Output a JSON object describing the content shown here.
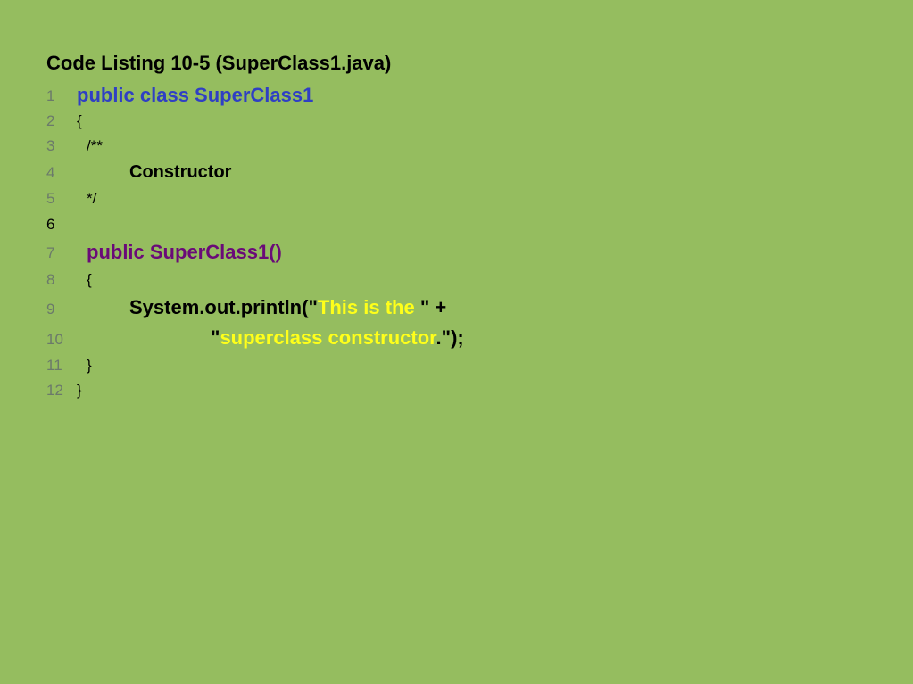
{
  "title": "Code Listing 10-5 (SuperClass1.java)",
  "colors": {
    "background": "#95bd5f",
    "keyword_blue": "#2f3fc4",
    "method_purple": "#6a0a78",
    "string_yellow": "#ffff1a",
    "line_number_gray": "#6b7a6a"
  },
  "lines": [
    {
      "num": "1",
      "segments": [
        "public class SuperClass1"
      ]
    },
    {
      "num": "2",
      "segments": [
        "{"
      ]
    },
    {
      "num": "3",
      "segments": [
        "/**"
      ]
    },
    {
      "num": "4",
      "segments": [
        "Constructor"
      ]
    },
    {
      "num": "5",
      "segments": [
        "*/"
      ]
    },
    {
      "num": "6",
      "segments": []
    },
    {
      "num": "7",
      "segments": [
        "public SuperClass1()"
      ]
    },
    {
      "num": "8",
      "segments": [
        "{"
      ]
    },
    {
      "num": "9",
      "segments": [
        "System.out.println(\"",
        "This is the ",
        "\" +"
      ]
    },
    {
      "num": "10",
      "segments": [
        "\"",
        "superclass constructor",
        ".\");"
      ]
    },
    {
      "num": "11",
      "segments": [
        "}"
      ]
    },
    {
      "num": "12",
      "segments": [
        "}"
      ]
    }
  ]
}
